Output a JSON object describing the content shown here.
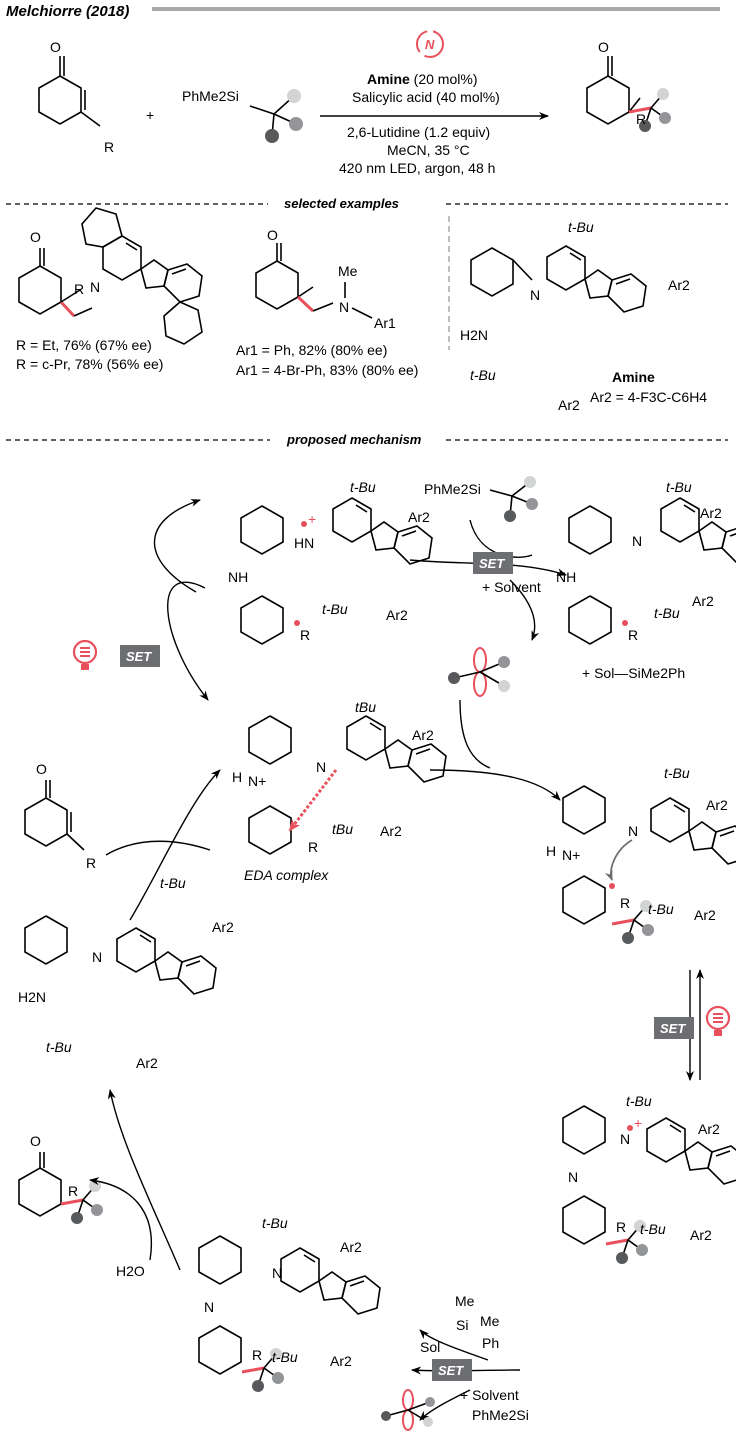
{
  "header": {
    "title": "Melchiorre (2018)"
  },
  "reaction": {
    "reagent_silane": "PhMe2Si",
    "plus": "+",
    "substituent_r": "R",
    "conditions": {
      "amine_label": "Amine",
      "amine_loading": " (20 mol%)",
      "line2": "Salicylic acid (40 mol%)",
      "line3": "2,6-Lutidine (1.2 equiv)",
      "line4": "MeCN, 35 °C",
      "line5": "420 nm LED, argon, 48 h"
    },
    "catalyst_icon": "N"
  },
  "sections": {
    "examples": "selected examples",
    "mechanism": "proposed mechanism"
  },
  "examples": {
    "ex1_line1": "R = Et, 76% (67% ee)",
    "ex1_line2": "R = c-Pr, 78% (56% ee)",
    "ex2_line1": "Ar1 = Ph, 82% (80% ee)",
    "ex2_line2": "Ar1 = 4-Br-Ph, 83% (80% ee)",
    "ex2_me": "Me",
    "ex2_n": "N",
    "ex2_ar": "Ar1",
    "amine_title": "Amine",
    "amine_ar": "Ar2 = 4-F3C-C6H4",
    "tbu": "t-Bu",
    "ar2": "Ar2",
    "h2n": "H2N",
    "n": "N",
    "r": "R"
  },
  "mechanism": {
    "set_label": "SET",
    "solvent": "+ Solvent",
    "sol_si": "+ Sol—SiMe2Ph",
    "sol_si_bottom": "Sol",
    "si": "Si",
    "me": "Me",
    "ph": "Ph",
    "eda": "EDA complex",
    "water": "H2O",
    "nh": "NH",
    "hn": "HN",
    "hn_plus": "H",
    "n_plus": "N+",
    "n": "N",
    "r": "R",
    "tbu": "t-Bu",
    "tbu2": "tBu",
    "ar2": "Ar2",
    "h2n": "H2N",
    "silane": "PhMe2Si"
  },
  "colors": {
    "accent_red": "#e8505b",
    "set_box": "#6d6e71",
    "light_grey_ball": "#d1d3d4",
    "mid_grey_ball": "#939598",
    "dark_grey_ball": "#58595b",
    "header_rule": "#a7a9ac"
  },
  "icons": [
    "lightbulb-icon",
    "amine-catalyst-icon",
    "radical-dot-icon"
  ]
}
